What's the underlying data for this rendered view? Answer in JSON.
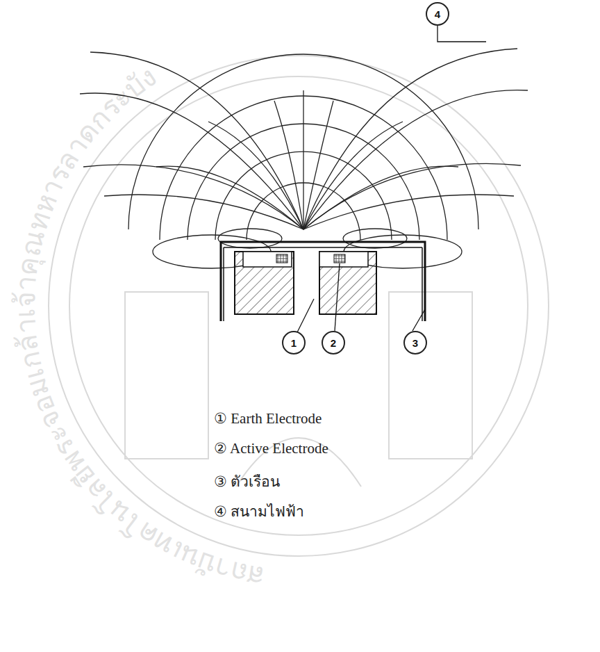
{
  "diagram": {
    "nodes": [
      {
        "text": [
          "4"
        ]
      },
      {
        "text": [
          "1"
        ]
      },
      {
        "text": [
          "2"
        ]
      },
      {
        "text": [
          "3"
        ]
      }
    ],
    "labels": [
      "① Earth Electrode",
      "② Active Electrode",
      "③ ตัวเรือน",
      "④ สนามไฟฟ้า",
      "สถาบันเทคโนโลยีพระจอมเกล้าเจ้าคุณทหารลาดกระบัง"
    ]
  }
}
